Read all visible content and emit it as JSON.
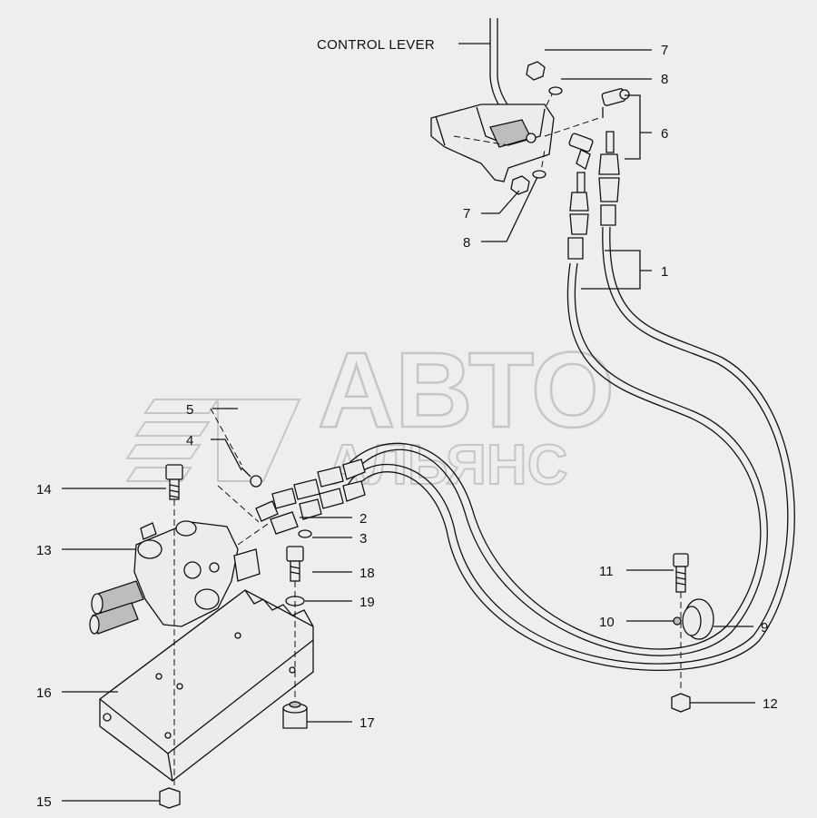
{
  "heading": "CONTROL LEVER",
  "watermark": {
    "line1": "АВТО",
    "line2": "АЛЬЯНС"
  },
  "callouts": {
    "c1": "1",
    "c2": "2",
    "c3": "3",
    "c4": "4",
    "c5": "5",
    "c6": "6",
    "c7a": "7",
    "c7b": "7",
    "c8a": "8",
    "c8b": "8",
    "c9": "9",
    "c10": "10",
    "c11": "11",
    "c12": "12",
    "c13": "13",
    "c14": "14",
    "c15": "15",
    "c16": "16",
    "c17": "17",
    "c18": "18",
    "c19": "19"
  }
}
